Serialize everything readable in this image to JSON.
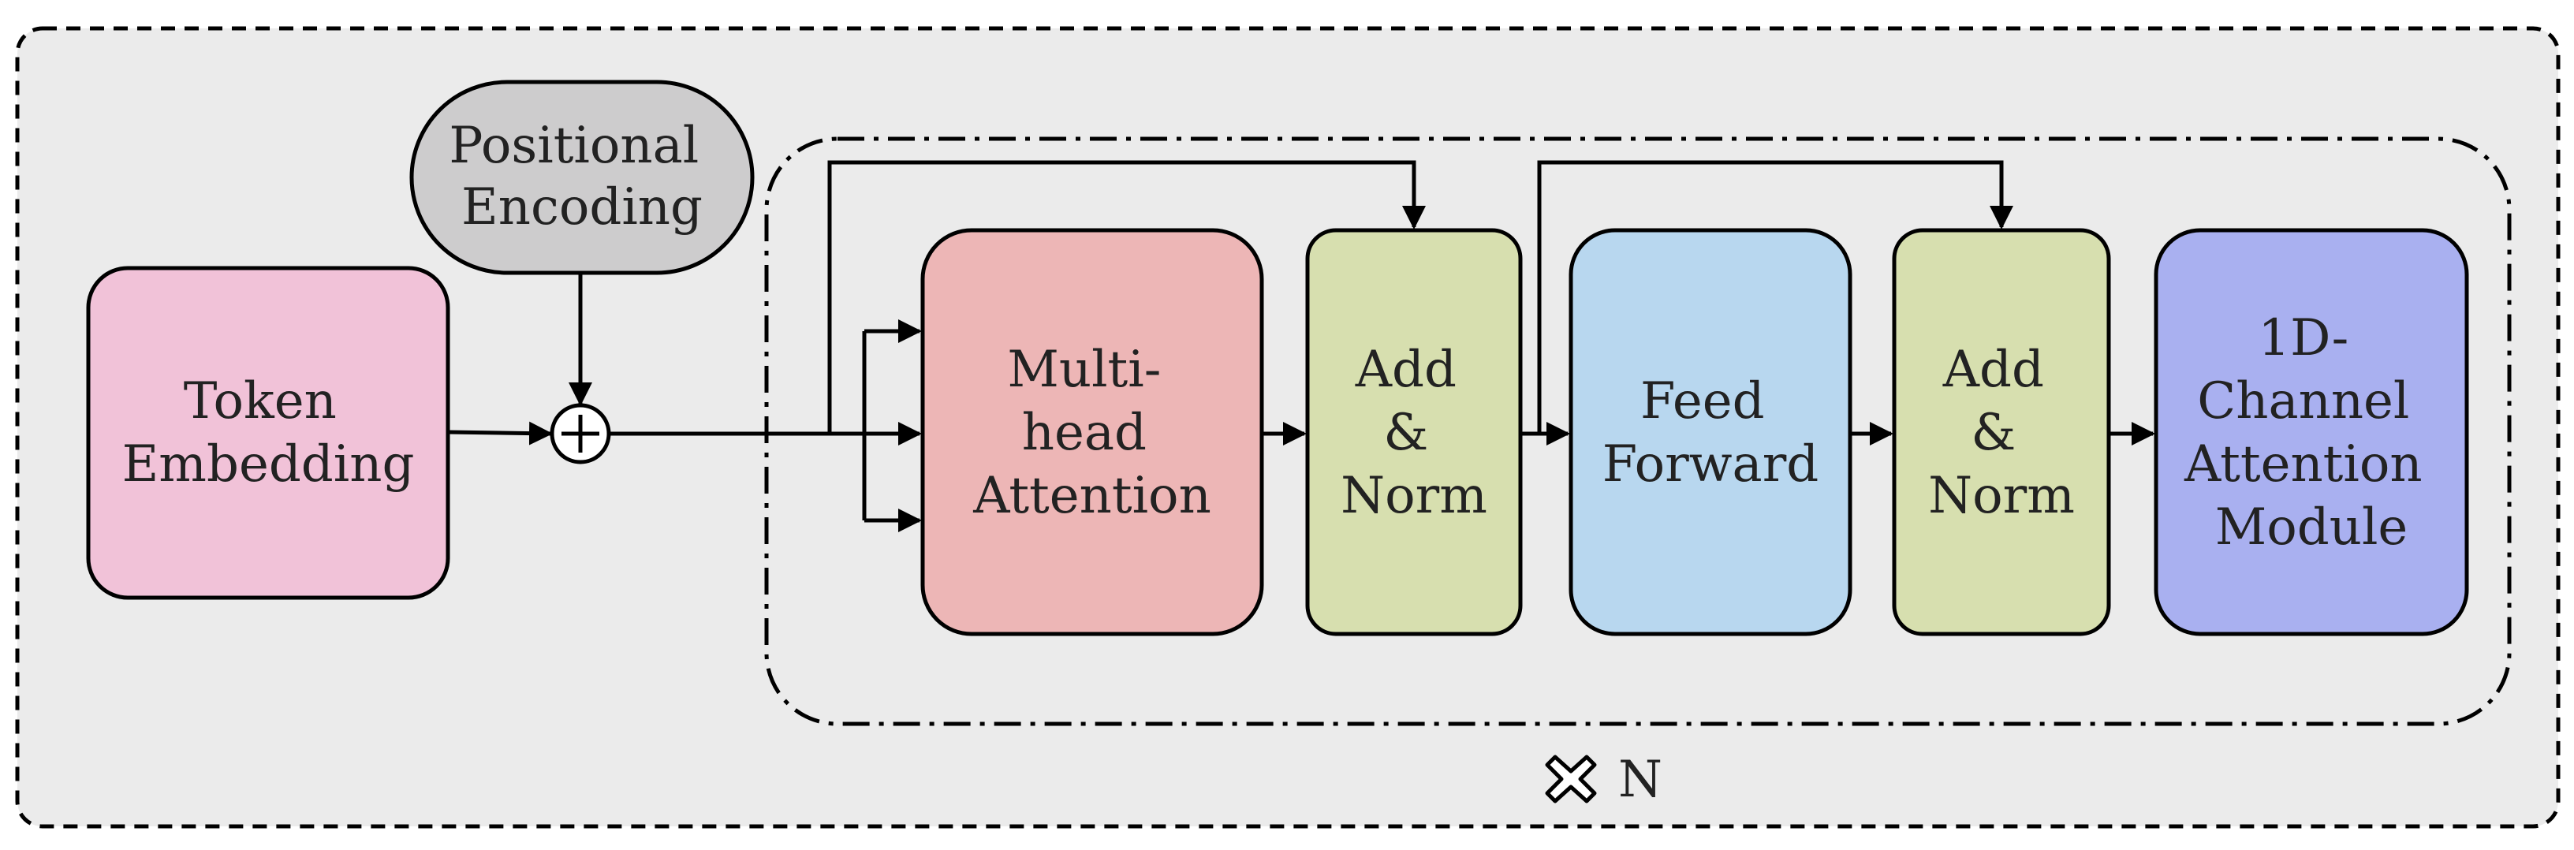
{
  "nodes": {
    "token_embedding": {
      "lines": [
        "Token",
        "Embedding"
      ],
      "color": "#F1C2D8"
    },
    "positional_encoding": {
      "lines": [
        "Positional",
        "Encoding"
      ],
      "color": "#CDCCCD"
    },
    "multi_head_attention": {
      "lines": [
        "Multi-",
        "head",
        "Attention"
      ],
      "color": "#EDB6B6"
    },
    "add_norm_1": {
      "lines": [
        "Add",
        "&",
        "Norm"
      ],
      "color": "#D7DFAF"
    },
    "feed_forward": {
      "lines": [
        "Feed",
        "Forward"
      ],
      "color": "#B8D7EF"
    },
    "add_norm_2": {
      "lines": [
        "Add",
        "&",
        "Norm"
      ],
      "color": "#D7DFAF"
    },
    "channel_attention": {
      "lines": [
        "1D-",
        "Channel",
        "Attention",
        "Module"
      ],
      "color": "#A9B0F0"
    }
  },
  "repeat_label": "N",
  "colors": {
    "outer_background": "#EBEBEB",
    "inner_background": "#EBEBEB",
    "line": "#000000"
  }
}
